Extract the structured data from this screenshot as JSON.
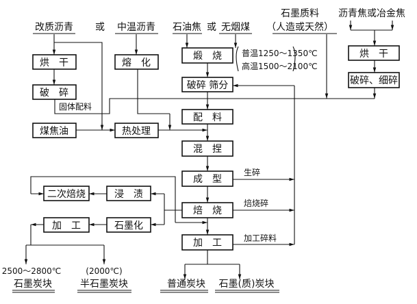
{
  "inputs": {
    "modified_pitch": "改质沥青",
    "or1": "或",
    "medium_pitch": "中温沥青",
    "petroleum_coke": "石油焦",
    "or2": "或",
    "anthracite": "无烟煤",
    "graphite_material": "石墨质料",
    "graphite_material_note": "（人造或天然）",
    "pitch_coke": "沥青焦或冶金焦"
  },
  "boxes": {
    "dry_left": "烘　干",
    "crush_left": "破　碎",
    "melt": "熔　化",
    "calcine": "煅　烧",
    "crush_screen": "破碎 筛分",
    "batching": "配　料",
    "coal_tar": "煤焦油",
    "heat_treat": "热处理",
    "kneading": "混　捏",
    "forming": "成　型",
    "second_baking": "二次焙烧",
    "impregnation": "浸　渍",
    "baking": "焙　烧",
    "machining_left": "加　工",
    "graphitization": "石墨化",
    "machining_center": "加　工",
    "dry_right": "烘　干",
    "crush_fine": "破碎、细碎"
  },
  "labels": {
    "solid_batch": "固体配料",
    "temp_normal": "普温1250～1350℃",
    "temp_high": "高温1500～2100℃",
    "green_scrap": "生碎",
    "baked_scrap": "焙烧碎",
    "machining_scrap": "加工碎料"
  },
  "outputs": {
    "graphite_temp": "2500～2800℃",
    "graphite_block": "石墨炭块",
    "semi_temp": "(2000℃)",
    "semi_graphite_block": "半石墨炭块",
    "ordinary_block": "普通炭块",
    "graphitic_block": "石墨(质)炭块"
  }
}
